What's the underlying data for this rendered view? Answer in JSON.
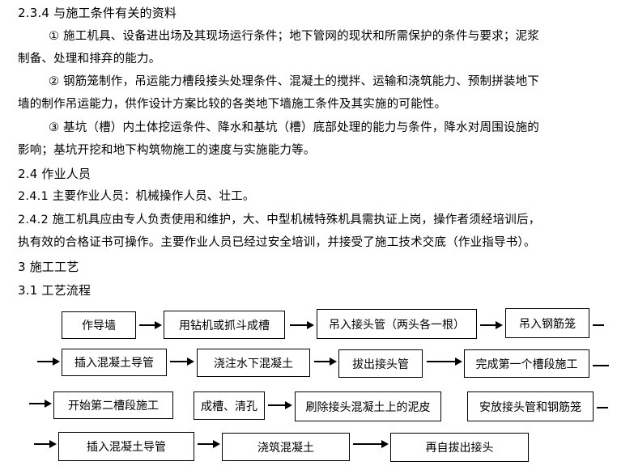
{
  "sections": {
    "s234_heading": "2.3.4   与施工条件有关的资料",
    "item1_line1": "①   施工机具、设备进出场及其现场运行条件；地下管网的现状和所需保护的条件与要求；泥浆",
    "item1_line2": "制备、处理和排弃的能力。",
    "item2_line1": "②   钢筋笼制作，吊运能力槽段接头处理条件、混凝土的搅拌、运输和浇筑能力、预制拼装地下",
    "item2_line2": "墙的制作吊运能力，供作设计方案比较的各类地下墙施工条件及其实施的可能性。",
    "item3_line1": "③   基坑（槽）内土体挖运条件、降水和基坑（槽）底部处理的能力与条件，降水对周围设施的",
    "item3_line2": "影响；基坑开挖和地下构筑物施工的速度与实施能力等。",
    "s24_heading": "2.4   作业人员",
    "s241": "2.4.1   主要作业人员：机械操作人员、壮工。",
    "s242_line1": "2.4.2   施工机具应由专人负责使用和维护，大、中型机械特殊机具需执证上岗，操作者须经培训后，",
    "s242_line2": "执有效的合格证书可操作。主要作业人员已经过安全培训，并接受了施工技术交底（作业指导书）。",
    "s3_heading": "3   施工工艺",
    "s31_heading": "3.1   工艺流程"
  },
  "flow": {
    "row1": [
      "作导墙",
      "用钻机或抓斗成槽",
      "吊入接头管（两头各一根）",
      "吊入钢筋笼"
    ],
    "row2": [
      "插入混凝土导管",
      "浇注水下混凝土",
      "拔出接头管",
      "完成第一个槽段施工"
    ],
    "row3": [
      "开始第二槽段施工",
      "成槽、清孔",
      "刷除接头混凝土上的泥皮",
      "安放接头管和钢筋笼"
    ],
    "row4": [
      "插入混凝土导管",
      "浇筑混凝土",
      "再自拔出接头"
    ]
  }
}
